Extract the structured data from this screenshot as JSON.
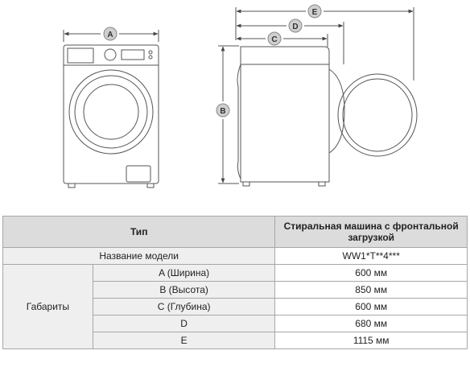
{
  "drawing": {
    "front_view": {
      "dimension_letter": "A"
    },
    "side_view": {
      "dimension_letters": {
        "height": "B",
        "depth": "C",
        "depth_door": "D",
        "depth_open": "E"
      }
    }
  },
  "table": {
    "header": {
      "col1": "Тип",
      "col2": "Стиральная машина с фронтальной загрузкой"
    },
    "model_row": {
      "label": "Название модели",
      "value": "WW1*T**4***"
    },
    "dimensions": {
      "group_label": "Габариты",
      "rows": [
        {
          "label": "A (Ширина)",
          "value": "600 мм"
        },
        {
          "label": "B (Высота)",
          "value": "850 мм"
        },
        {
          "label": "C (Глубина)",
          "value": "600 мм"
        },
        {
          "label": "D",
          "value": "680 мм"
        },
        {
          "label": "E",
          "value": "1115 мм"
        }
      ]
    }
  }
}
